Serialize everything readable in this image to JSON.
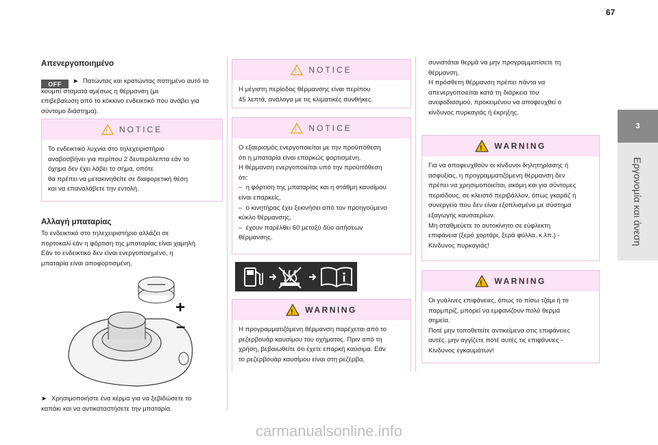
{
  "page_number": "67",
  "tab_number": "3",
  "chapter_title": "Εργονομία και άνεση",
  "col1": {
    "heading1": "Απενεργοποιημένο",
    "off_badge": "OFF",
    "para1": "►  Πατώντας και κρατώντας πατημένο αυτό το\nκουμπί σταματά αμέσως η θέρμανση (με\nεπιβεβαίωση από το κόκκινο ενδεικτικό που ανάβει για\nσύντομο διάστημα).",
    "notice_title": "NOTICE",
    "notice_text": "Το ενδεικτικό λυχνία στο τηλεχειριστήριο\nαναβοσβήνει για περίπου 2 δευτερόλεπτα εάν το\nόχημα δεν έχει λάβει το σήμα, οπότε\nθα πρέπει να μετακινηθείτε σε διαφορετική θέση\nκαι να επαναλάβετε την εντολή.",
    "heading2": "Αλλαγή μπαταρίας",
    "para2": "Το ενδεικτικό στο τηλεχειριστήριο αλλάζει σε\nπορτοκαλί εάν η φόρτιση της μπαταρίας είναι χαμηλή.\nΕάν το ενδεικτικό δεν είναι ενεργοποιημένο, η\nμπαταρία είναι αποφορτισμένη.",
    "plus": "+",
    "minus": "–",
    "para3": "►  Χρησιμοποιήστε ένα κέρμα για να ξεβιδώσετε το\nκαπάκι και να αντικαταστήσετε την μπαταρία."
  },
  "col2": {
    "notice1_title": "NOTICE",
    "notice1_text": "Η μέγιστη περίοδος θέρμανσης είναι περίπου\n45 λεπτά, ανάλογα με τις κλιματικές συνθήκες.",
    "notice2_title": "NOTICE",
    "notice2_text": "Ο εξαερισμός ενεργοποιείται με την προϋπόθεση\nότι η μπαταρία είναι επαρκώς φορτισμένη.\nΗ θέρμανση ενεργοποιείται υπό την προϋπόθεση\nότι:\n–  η φόρτιση της μπαταρίας και η στάθμη καυσίμου\nείναι επαρκείς,\n–  ο κινητήρας έχει ξεκινήσει από τον προηγούμενο\nκύκλο θέρμανσης,\n–  έχουν παρέλθει 60 μεταξύ δύο αιτήσεων\nθέρμανσης.",
    "warning_title": "WARNING",
    "warning_text": "Η προγραμματιζόμενη θέρμανση παρέχεται από το\nρεζερβουάρ καυσίμου του οχήματος. Πριν από τη\nχρήση, βεβαιωθείτε ότι έχετε επαρκή καύσιμα. Εάν\nτο ρεζερβουάρ καυσίμου είναι στη ρεζέρβα,"
  },
  "col3": {
    "para_top": "συνιστάται θερμά να μην προγραμματίσετε τη\nθέρμανση.\nΗ πρόσθετη θέρμανση πρέπει πάντα να\nαπενεργοποιείται κατά τη διάρκεια του\nανεφοδιασμού, προκειμένου να αποφευχθεί ο\nκίνδυνος πυρκαγιάς ή έκρηξης.",
    "warning1_title": "WARNING",
    "warning1_text": "Για να αποφευχθούν οι κίνδυνοι δηλητηρίασης ή\nασφυξίας, η προγραμματιζόμενη θέρμανση δεν\nπρέπει να χρησιμοποιείται, ακόμη και για σύντομες\nπεριόδους, σε κλειστό περιβάλλον, όπως γκαράζ ή\nσυνεργείο που δεν είναι εξοπλισμένο με σύστημα\nεξαγωγής καυσαερίων.\nΜη σταθμεύετε το αυτοκίνητο σε εύφλεκτη\nεπιφάνεια (ξερό χορτάρι, ξερά φύλλα, κ.λπ.) -\nΚίνδυνος πυρκαγιάς!",
    "warning2_title": "WARNING",
    "warning2_text": "Οι γυάλινες επιφάνειες, όπως το πίσω τζάμι ή το\nπαρμπρίζ, μπορεί να εμφανίζουν πολύ θερμά\nσημεία.\nΠοτέ μην τοποθετείτε αντικείμενα στις επιφάνειες\nαυτές. μην αγγίζετε ποτέ αυτές τις επιφάνειες -\nΚίνδυνος εγκαυμάτων!"
  },
  "watermark": "carmanualsonline.info",
  "colors": {
    "box_header": "#fce3f6",
    "box_border": "#e6c0e0",
    "tab": "#8a8a8a",
    "warning_triangle": "#f2b600"
  }
}
